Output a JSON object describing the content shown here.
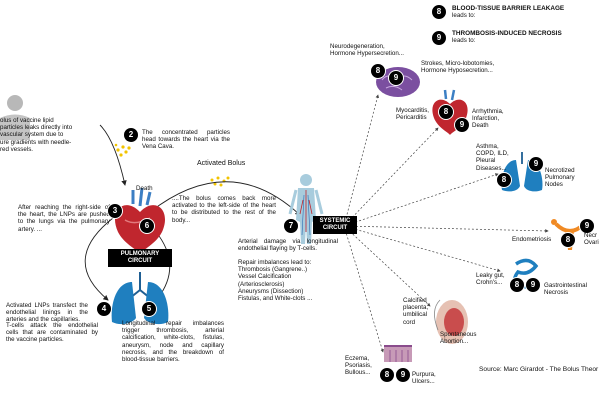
{
  "colors": {
    "accent": "#c9302c",
    "lungs": "#1f7fbf",
    "brain": "#7b4fa0",
    "heart": "#c0262e",
    "bolus": "#f2c400",
    "uterus": "#f08a24",
    "skin": "#8a4c8c"
  },
  "legend": {
    "n8": "8",
    "line8a": "BLOOD-TISSUE BARRIER LEAKAGE",
    "line8b": "leads to:",
    "n9": "9",
    "line9a": "THROMBOSIS-INDUCED NECROSIS",
    "line9b": "leads to:"
  },
  "intro": {
    "text": "olus of vaccine lipid\nparticles leaks directly into\nvascular system due to\nure gradients with needle-\nred vessels."
  },
  "step2": {
    "num": "2",
    "text": "The concentrated particles head towards the heart via the Vena Cava."
  },
  "death": "Death",
  "activated_bolus": "Activated Bolus",
  "step3": {
    "num": "3",
    "text": "After reaching the right-side of the heart, the LNPs are pushed to the lungs via the pulmonary artery. ..."
  },
  "step6": {
    "num": "6",
    "text": "....The bolus comes back more activated to the left-side of the heart to be distributed to the rest of the body..."
  },
  "step7": {
    "num": "7",
    "text": "Arterial damage via longitudinal endothelial flaying by T-cells."
  },
  "repair": {
    "text": "Repair imbalances  lead to:\nThrombosis (Gangrene..)\nVessel Calcification\n(Arteriosclerosis)\nAneurysms (Dissection)\nFistulas, and White-clots ..."
  },
  "pulmonary": "PULMONARY\nCIRCUIT",
  "systemic": "SYSTEMIC\nCIRCUIT",
  "step4": {
    "num": "4",
    "text": "Activated LNPs transfect the endothelial linings in the arteries and the capillaries."
  },
  "tcells": {
    "text": "T-cells attack the endothelial cells that are contaminated by the vaccine particles."
  },
  "step5": {
    "num": "5",
    "text": "Longitudinal repair imbalances trigger thrombosis, arterial calcification, white-clots, fistulas, aneurysm, node and capillary necrosis, and the breakdown of blood-tissue barriers."
  },
  "outcomes": {
    "brain_a": "Neurodegeneration,\nHormone Hypersecretion...",
    "brain_b": "Strokes, Micro-lobotomies,\nHormone Hyposecretion...",
    "heart_a": "Myocarditis,\nPericarditis",
    "heart_b": "Arrhythmia,\nInfarction,\nDeath",
    "lungs_a": "Asthma,\nCOPD, ILD,\nPleural\nDiseases...",
    "lungs_b": "Necrotized\nPulmonary\nNodes",
    "uterus_a": "Endometriosis",
    "uterus_b": "Necr\nOvari",
    "gut_a": "Leaky gut,\nCrohn's...",
    "gut_b": "Gastrointestinal\nNecrosis",
    "placenta_a": "Calcified\nplacenta,\numbilical\ncord",
    "placenta_b": "Spontaneous\nAbortion...",
    "skin_a": "Eczema,\nPsoriasis,\nBullous...",
    "skin_b": "Purpura,\nUlcers..."
  },
  "source": "Source: Marc Girardot - The Bolus Theor"
}
